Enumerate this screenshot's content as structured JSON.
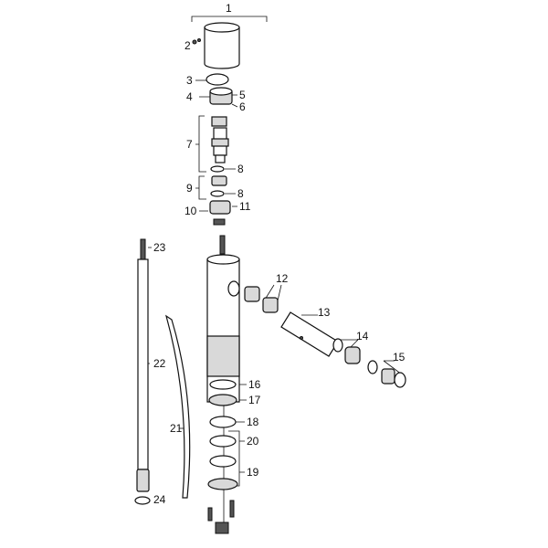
{
  "diagram": {
    "title": "Exploded parts view",
    "callouts": [
      "1",
      "2",
      "3",
      "4",
      "5",
      "6",
      "7",
      "8",
      "8",
      "9",
      "10",
      "11",
      "12",
      "13",
      "14",
      "15",
      "16",
      "17",
      "18",
      "19",
      "20",
      "21",
      "22",
      "23",
      "24"
    ]
  }
}
